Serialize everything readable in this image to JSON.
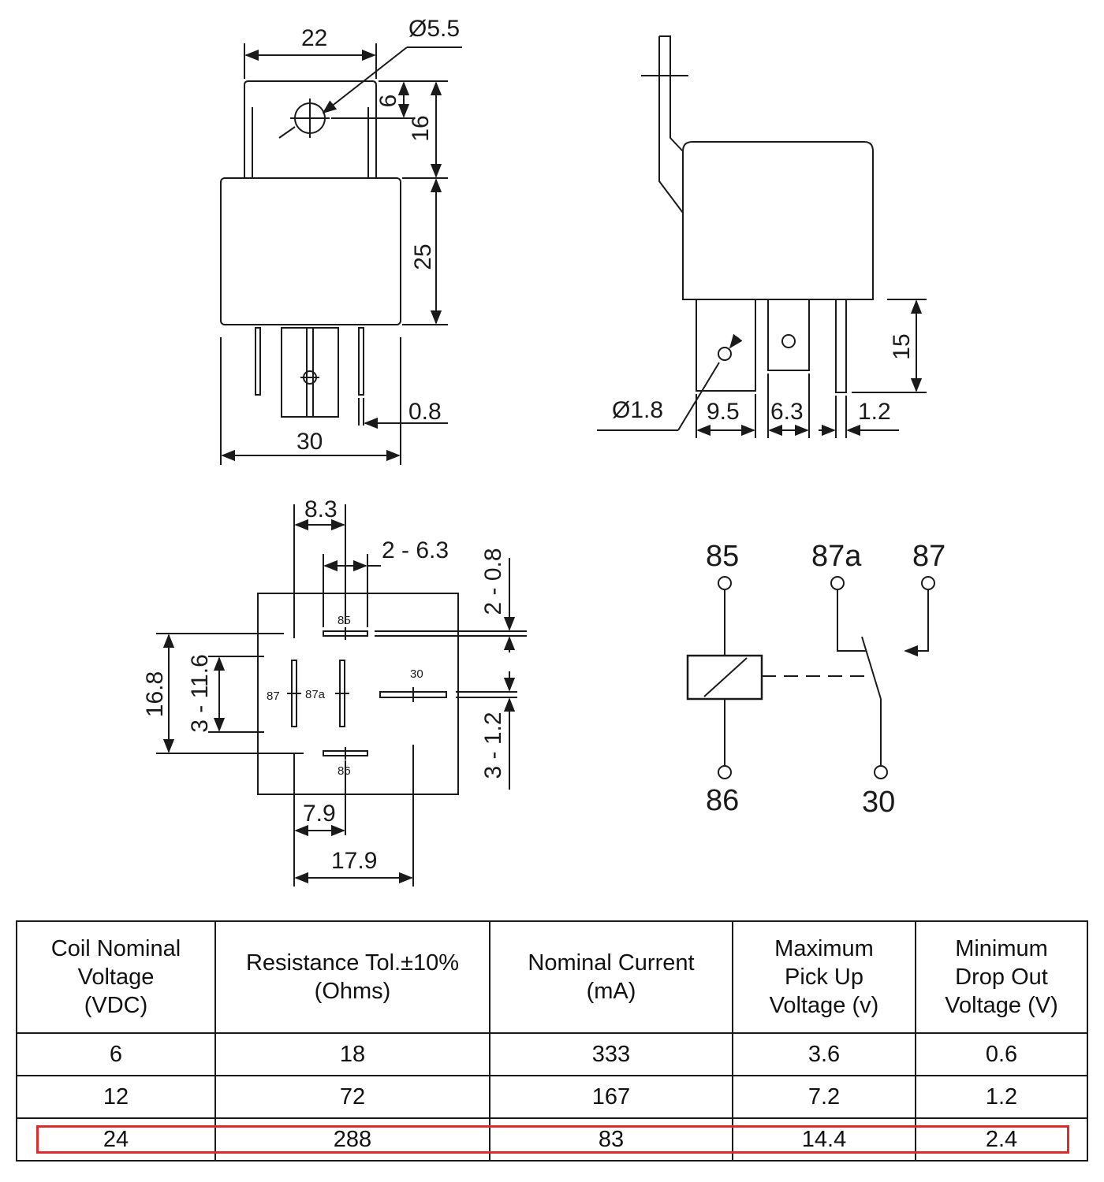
{
  "dimensions": {
    "front": {
      "width": "22",
      "hole": "Ø5.5",
      "hole_offset": "6",
      "tab_height": "16",
      "body_height": "25",
      "pin_thickness": "0.8",
      "overall_width": "30"
    },
    "side": {
      "tab_hole": "Ø1.8",
      "pin_width_a": "9.5",
      "pin_width_b": "6.3",
      "pin_thickness": "1.2",
      "pin_length": "15"
    },
    "bottom": {
      "top_offset": "8.3",
      "pin_width": "2 - 6.3",
      "pin_thick_a": "2 - 0.8",
      "row_span": "16.8",
      "col_span": "3 - 11.6",
      "pin_thick_b": "3 - 1.2",
      "offset_small": "7.9",
      "offset_large": "17.9"
    }
  },
  "bottom_pins": {
    "p85": "85",
    "p87": "87",
    "p87a": "87a",
    "p30": "30",
    "p86": "86"
  },
  "schematic": {
    "t85": "85",
    "t87a": "87a",
    "t87": "87",
    "t86": "86",
    "t30": "30"
  },
  "table": {
    "headers": [
      [
        "Coil Nominal",
        "Voltage",
        "(VDC)"
      ],
      [
        "Resistance Tol.±10%",
        "(Ohms)"
      ],
      [
        "Nominal Current",
        "(mA)"
      ],
      [
        "Maximum",
        "Pick Up",
        "Voltage (v)"
      ],
      [
        "Minimum",
        "Drop Out",
        "Voltage (V)"
      ]
    ],
    "rows": [
      [
        "6",
        "18",
        "333",
        "3.6",
        "0.6"
      ],
      [
        "12",
        "72",
        "167",
        "7.2",
        "1.2"
      ],
      [
        "24",
        "288",
        "83",
        "14.4",
        "2.4"
      ]
    ],
    "highlighted_row": 2,
    "highlight_color": "#e02b2b"
  }
}
